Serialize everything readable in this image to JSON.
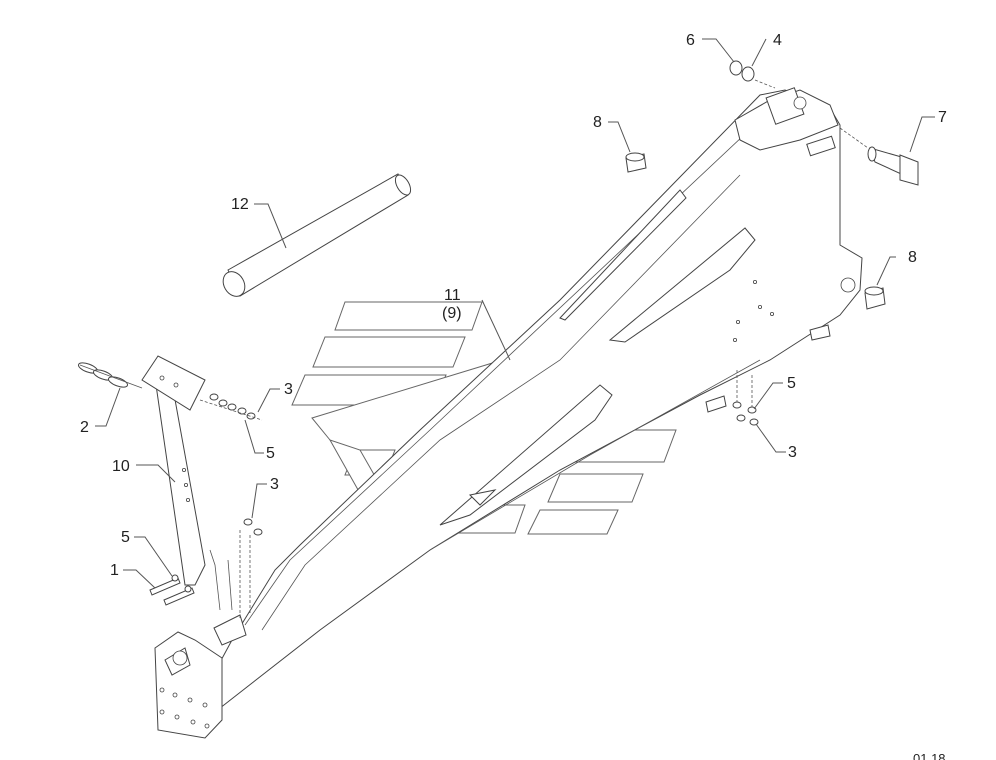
{
  "drawing": {
    "page_number": "01.18",
    "callouts": [
      {
        "id": "c1",
        "text": "1"
      },
      {
        "id": "c2",
        "text": "2"
      },
      {
        "id": "c3a",
        "text": "3"
      },
      {
        "id": "c3b",
        "text": "3"
      },
      {
        "id": "c3c",
        "text": "3"
      },
      {
        "id": "c4",
        "text": "4"
      },
      {
        "id": "c5a",
        "text": "5"
      },
      {
        "id": "c5b",
        "text": "5"
      },
      {
        "id": "c5c",
        "text": "5"
      },
      {
        "id": "c6",
        "text": "6"
      },
      {
        "id": "c7",
        "text": "7"
      },
      {
        "id": "c8a",
        "text": "8"
      },
      {
        "id": "c8b",
        "text": "8"
      },
      {
        "id": "c10",
        "text": "10"
      },
      {
        "id": "c11",
        "text": "11"
      },
      {
        "id": "c9",
        "text": "(9)"
      },
      {
        "id": "c12",
        "text": "12"
      }
    ]
  },
  "colors": {
    "line": "#444444",
    "background": "#ffffff"
  }
}
